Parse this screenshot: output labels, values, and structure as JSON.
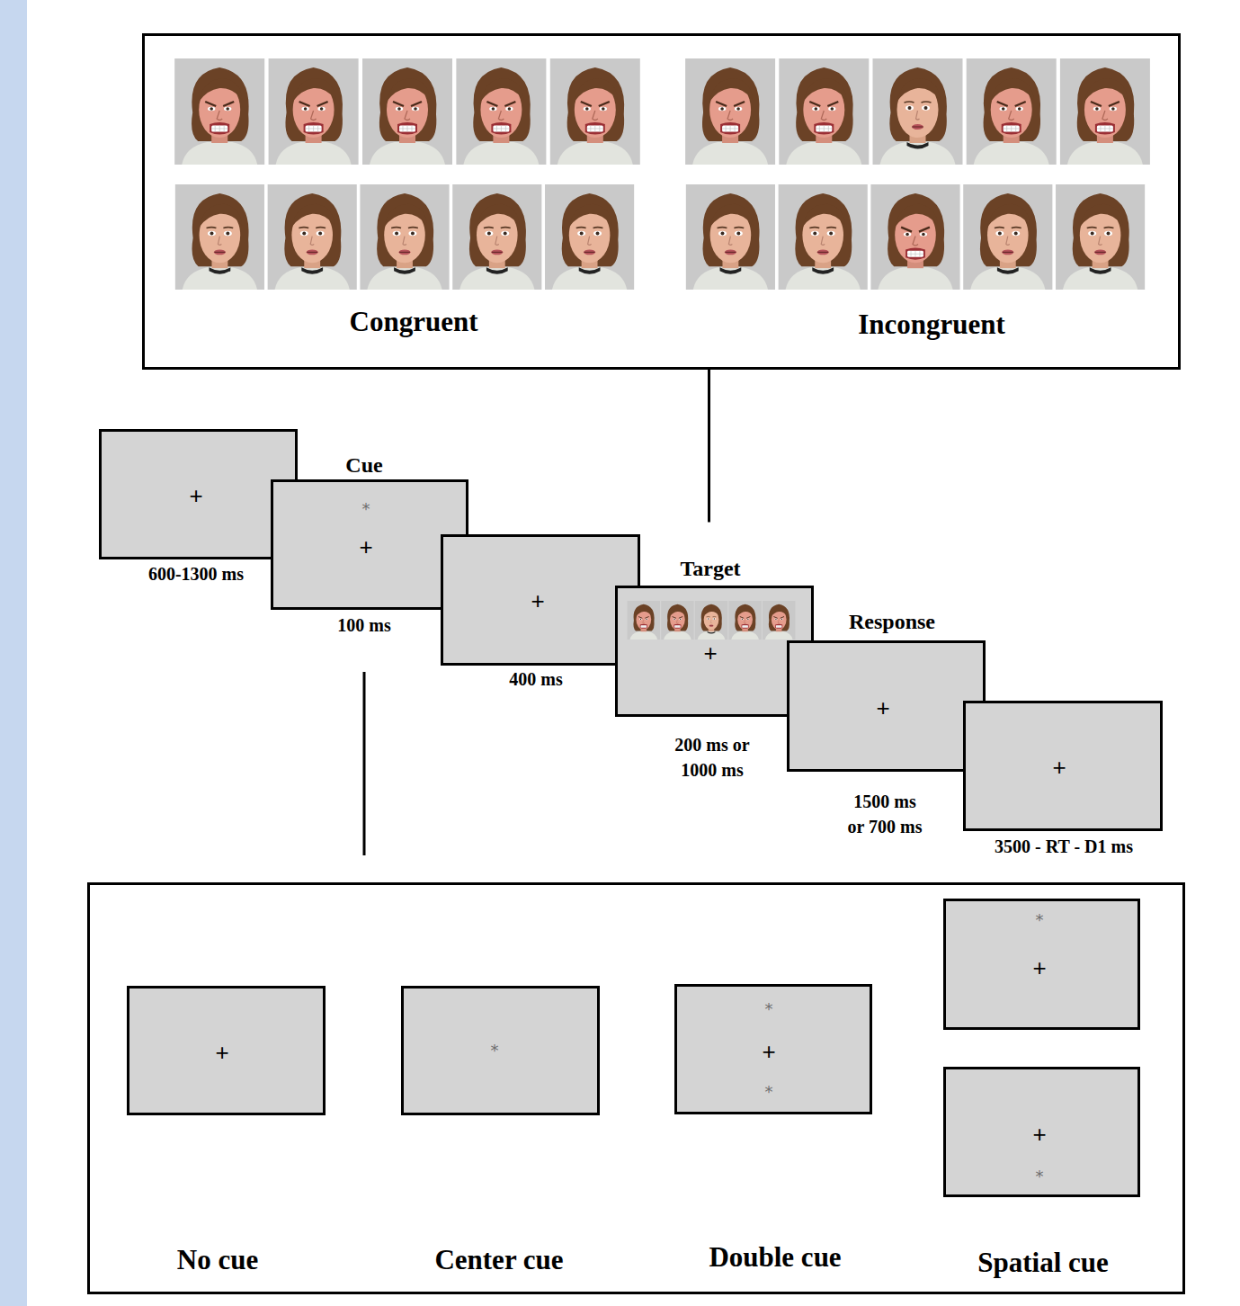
{
  "diagram": {
    "nodes": [
      {
        "text": [
          "Congruent",
          "Incongruent"
        ]
      },
      {
        "text": [
          "+",
          "600-1300 ms"
        ]
      },
      {
        "text": [
          "Cue",
          "*",
          "+",
          "100 ms"
        ]
      },
      {
        "text": [
          "+",
          "400 ms"
        ]
      },
      {
        "text": [
          "Target",
          "+",
          "200 ms or 1000 ms"
        ]
      },
      {
        "text": [
          "Response",
          "+",
          "1500 ms or 700 ms"
        ]
      },
      {
        "text": [
          "+",
          "3500 - RT - D1 ms"
        ]
      },
      {
        "text": [
          "No cue",
          "Center cue",
          "Double cue",
          "Spatial cue"
        ]
      },
      {
        "text": [
          "+"
        ],
        "in": 7
      },
      {
        "text": [
          "*"
        ],
        "in": 7
      },
      {
        "text": [
          "*",
          "+",
          "*"
        ],
        "in": 7
      },
      {
        "text": [
          "*",
          "+"
        ],
        "in": 7
      },
      {
        "text": [
          "+",
          "*"
        ],
        "in": 7
      }
    ],
    "edges": [
      {
        "from": 4,
        "to": 0,
        "arrow": "none"
      },
      {
        "from": 2,
        "to": 7,
        "arrow": "none"
      }
    ]
  }
}
